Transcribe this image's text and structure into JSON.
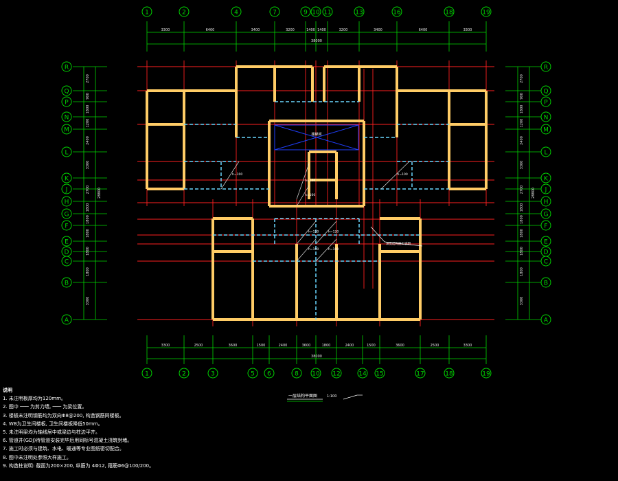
{
  "drawing": {
    "top_axes": [
      "1",
      "2",
      "4",
      "7",
      "9",
      "10",
      "11",
      "13",
      "16",
      "18",
      "19"
    ],
    "top_dims": [
      "3300",
      "6400",
      "3400",
      "3200",
      "1400",
      "1400",
      "3200",
      "3400",
      "6400",
      "3300"
    ],
    "top_total": "38000",
    "bottom_axes": [
      "1",
      "2",
      "3",
      "5",
      "6",
      "8",
      "10",
      "12",
      "14",
      "15",
      "17",
      "18",
      "19"
    ],
    "bottom_dims": [
      "3300",
      "2500",
      "3600",
      "1500",
      "2400",
      "3600",
      "1800",
      "2400",
      "1500",
      "3600",
      "2500",
      "3300"
    ],
    "bottom_total": "38000",
    "side_axes": [
      "R",
      "Q",
      "P",
      "N",
      "M",
      "L",
      "K",
      "J",
      "H",
      "G",
      "F",
      "E",
      "D",
      "C",
      "B",
      "A"
    ],
    "side_dims": [
      "2700",
      "900",
      "1800",
      "1200",
      "2400",
      "3300",
      "2700",
      "1800",
      "1800",
      "1800",
      "1800",
      "1800",
      "3300"
    ],
    "side_total": "28800",
    "slab_labels": [
      "h=100",
      "h=100",
      "h=120",
      "h=120",
      "h=100",
      "h=100",
      "h=100",
      "h=100"
    ],
    "stair_label": "楼梯间",
    "callout": "详见结构施工说明",
    "plan_title": "一层结构平面图",
    "scale": "1:100"
  },
  "notes": {
    "title": "说明",
    "items": [
      "1. 未注明板厚均为120mm。",
      "2. 图中 ─── 为剪力墙,  ─── 为梁位置。",
      "3. 楼板未注明钢筋均为双向Φ8@200, 构造钢筋同楼板。",
      "4. WB为卫生间楼板, 卫生间楼板降低50mm。",
      "5. 未注明梁均为轴线居中或梁边与柱边平齐。",
      "6. 管道井(GDJ)待管道安装完毕后用同标号混凝土浇筑封堵。",
      "7. 施工时必须与建筑、水电、暖通等专业图纸密切配合。",
      "8. 图中未注明处参照大样施工。",
      "9. 构造柱说明:  截面为200×200, 纵筋为 4Φ12, 箍筋Φ6@100/200。"
    ]
  },
  "colors": {
    "axis": "#00d800",
    "wall": "#ffcc66",
    "dash": "#6ad8ff",
    "beam": "#ff2020",
    "special": "#2040ff"
  }
}
